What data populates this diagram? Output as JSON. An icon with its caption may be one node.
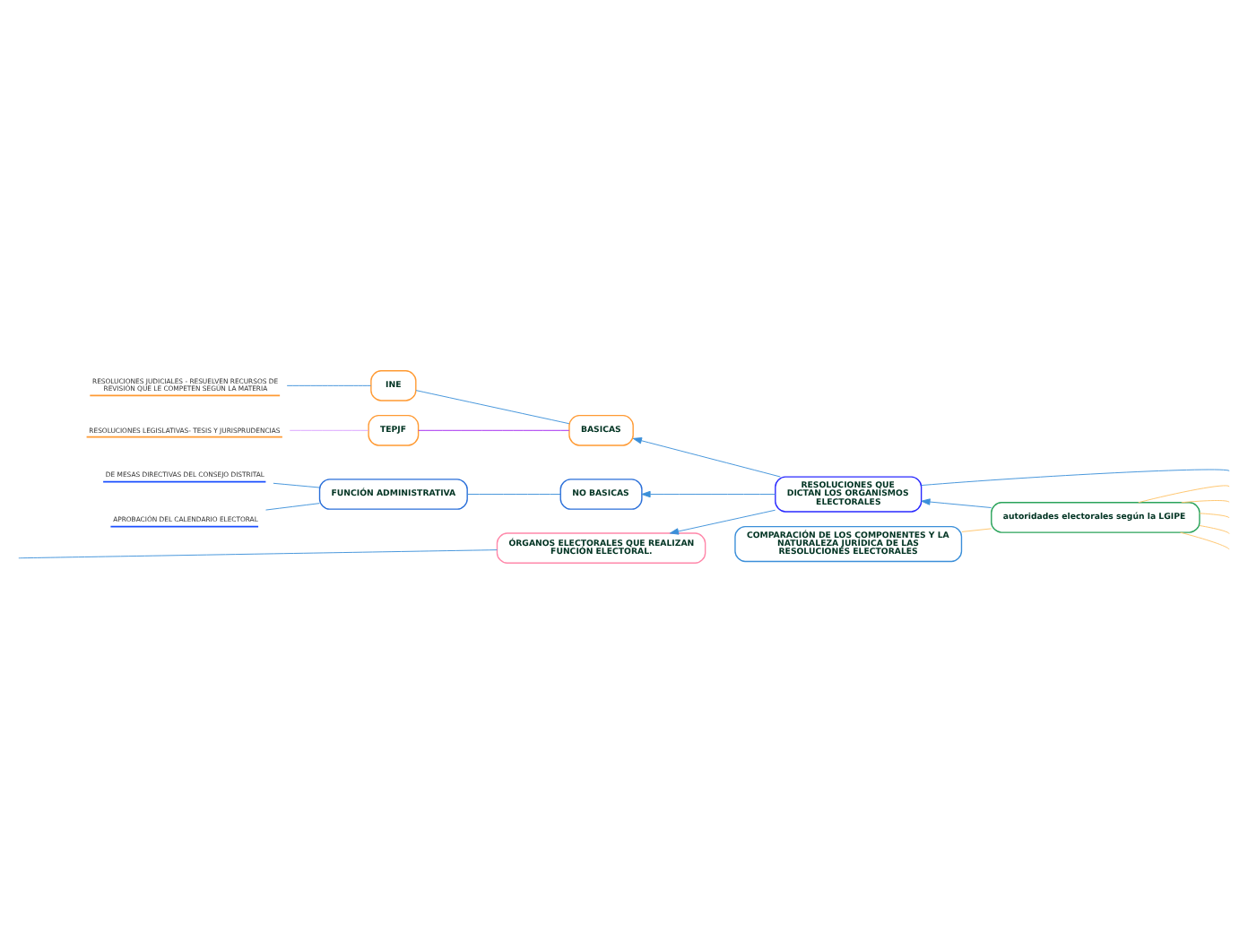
{
  "diagram": {
    "nodes": [
      {
        "text": [
          "COMPARACIÓN DE LOS COMPONENTES Y LA NATURALEZA JURÍDICA DE LAS RESOLUCIONES ELECTORALES"
        ]
      },
      {
        "text": [
          "autoridades electorales según la LGIPE"
        ]
      },
      {
        "text": [
          "RESOLUCIONES QUE DICTAN LOS ORGANISMOS ELECTORALES"
        ]
      },
      {
        "text": [
          "BASICAS"
        ]
      },
      {
        "text": [
          "INE"
        ]
      },
      {
        "text": [
          "TEPJF"
        ]
      },
      {
        "text": [
          "RESOLUCIONES JUDICIALES - RESUELVEN RECURSOS DE REVISIÓN QUE LE COMPETEN SEGÚN LA MATERIA"
        ]
      },
      {
        "text": [
          "RESOLUCIONES LEGISLATIVAS- TESIS Y JURISPRUDENCIAS"
        ]
      },
      {
        "text": [
          "NO BASICAS"
        ]
      },
      {
        "text": [
          "FUNCIÓN ADMINISTRATIVA"
        ]
      },
      {
        "text": [
          "DE MESAS DIRECTIVAS DEL CONSEJO DISTRITAL"
        ]
      },
      {
        "text": [
          "APROBACIÓN DEL CALENDARIO ELECTORAL"
        ]
      },
      {
        "text": [
          "ÓRGANOS ELECTORALES QUE REALIZAN FUNCIÓN ELECTORAL."
        ]
      }
    ],
    "edges": [
      {
        "from": 0,
        "to": 1,
        "arrow": "none",
        "color": "#ffc266"
      },
      {
        "from": 1,
        "to": 2,
        "arrow": "to"
      },
      {
        "from": 2,
        "to": 3,
        "arrow": "to"
      },
      {
        "from": 3,
        "to": 4,
        "arrow": "none"
      },
      {
        "from": 4,
        "to": 6,
        "arrow": "none"
      },
      {
        "from": 3,
        "to": 5,
        "arrow": "none",
        "color": "#a020f0"
      },
      {
        "from": 5,
        "to": 7,
        "arrow": "none",
        "color": "#d9a0ff"
      },
      {
        "from": 2,
        "to": 8,
        "arrow": "to"
      },
      {
        "from": 8,
        "to": 9,
        "arrow": "none"
      },
      {
        "from": 9,
        "to": 10,
        "arrow": "none"
      },
      {
        "from": 9,
        "to": 11,
        "arrow": "none"
      },
      {
        "from": 2,
        "to": 12,
        "arrow": "to"
      },
      {
        "from": 1,
        "to": null,
        "arrow": "none",
        "color": "#ffc266"
      },
      {
        "from": 1,
        "to": null,
        "arrow": "none",
        "color": "#ffc266"
      },
      {
        "from": 1,
        "to": null,
        "arrow": "none",
        "color": "#ffc266"
      },
      {
        "from": 1,
        "to": null,
        "arrow": "none",
        "color": "#ffc266"
      },
      {
        "from": 1,
        "to": null,
        "arrow": "none",
        "color": "#ffc266"
      },
      {
        "from": 2,
        "to": null,
        "arrow": "none"
      },
      {
        "from": 12,
        "to": null,
        "arrow": "none"
      }
    ]
  }
}
